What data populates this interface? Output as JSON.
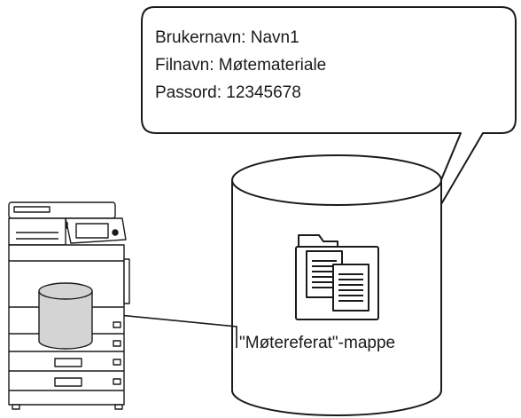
{
  "callout": {
    "lines": [
      "Brukernavn: Navn1",
      "Filnavn: Møtemateriale",
      "Passord: 12345678"
    ]
  },
  "storage": {
    "folder_label": "\"Møtereferat\"-mappe",
    "folder_icon": "folder-with-documents-icon"
  },
  "device": {
    "icon": "multifunction-printer-icon",
    "storage_icon": "hard-disk-cylinder-icon"
  },
  "colors": {
    "stroke": "#1a1a1a",
    "disk_fill": "#d4d4d4",
    "background": "#ffffff"
  }
}
